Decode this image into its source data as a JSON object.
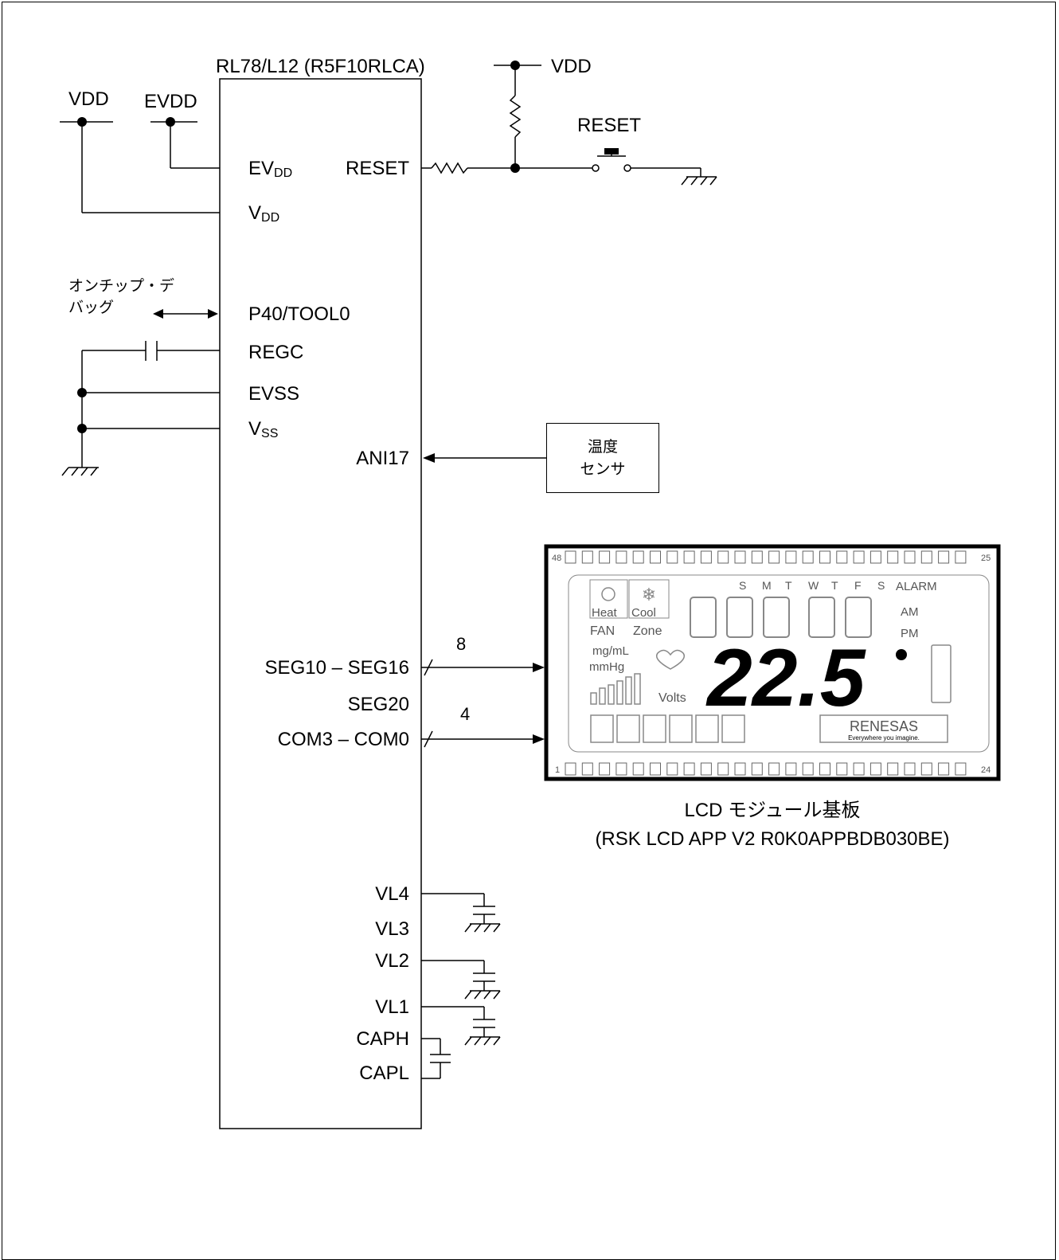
{
  "chip": {
    "name": "RL78/L12 (R5F10RLCA)",
    "pins_left": {
      "evdd_main": "EV",
      "evdd_sub": "DD",
      "vdd_main": "V",
      "vdd_sub": "DD",
      "tool0": "P40/TOOL0",
      "regc": "REGC",
      "evss": "EVSS",
      "vss_main": "V",
      "vss_sub": "SS"
    },
    "pins_right": {
      "reset": "RESET",
      "ani17": "ANI17",
      "seg_range": "SEG10 – SEG16",
      "seg20": "SEG20",
      "com_range": "COM3 – COM0",
      "vl4": "VL4",
      "vl3": "VL3",
      "vl2": "VL2",
      "vl1": "VL1",
      "caph": "CAPH",
      "capl": "CAPL"
    }
  },
  "power": {
    "vdd_left": "VDD",
    "evdd_left": "EVDD",
    "vdd_top": "VDD"
  },
  "reset_switch_label": "RESET",
  "debug_label_line1": "オンチップ・デ",
  "debug_label_line2": "バッグ",
  "sensor": {
    "line1": "温度",
    "line2": "センサ"
  },
  "bus": {
    "seg_count": "8",
    "com_count": "4"
  },
  "lcd": {
    "pin_first": "1",
    "pin_last": "24",
    "pin_top_left": "48",
    "pin_top_right": "25",
    "heat": "Heat",
    "cool": "Cool",
    "fan": "FAN",
    "zone": "Zone",
    "days": [
      "S",
      "M",
      "T",
      "W",
      "T",
      "F",
      "S"
    ],
    "alarm": "ALARM",
    "am": "AM",
    "pm": "PM",
    "mgml": "mg/mL",
    "mmhg": "mmHg",
    "volts": "Volts",
    "big_value": "22.5",
    "brand": "RENESAS",
    "tagline": "Everywhere you imagine."
  },
  "lcd_caption": {
    "line1": "LCD モジュール基板",
    "line2": "(RSK LCD APP V2 R0K0APPBDB030BE)"
  }
}
